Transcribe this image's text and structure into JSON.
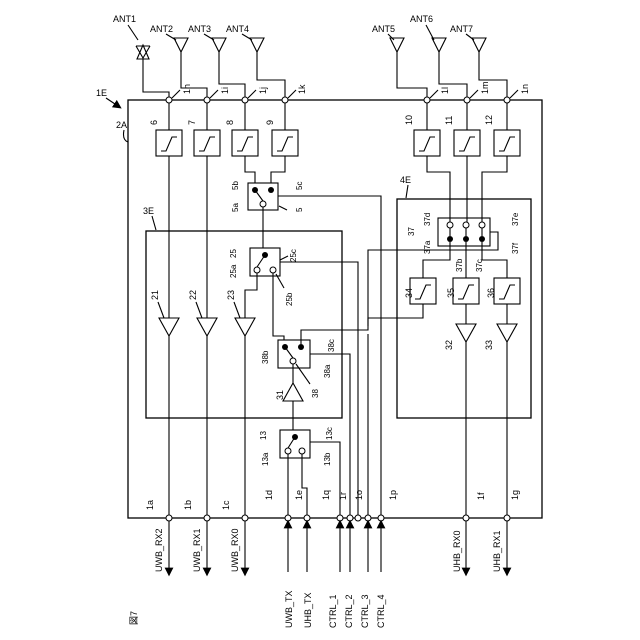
{
  "figure_label": "図7",
  "module_label": "1E",
  "substrate_label": "2A",
  "block_3e": "3E",
  "block_4e": "4E",
  "antennas": [
    "ANT1",
    "ANT2",
    "ANT3",
    "ANT4",
    "ANT5",
    "ANT6",
    "ANT7"
  ],
  "top_terminals": [
    "1h",
    "1i",
    "1j",
    "1k",
    "1l",
    "1m",
    "1n"
  ],
  "filters": [
    "6",
    "7",
    "8",
    "9",
    "10",
    "11",
    "12"
  ],
  "switch5": {
    "id": "5",
    "a": "5a",
    "b": "5b",
    "c": "5c"
  },
  "switch25": {
    "id": "25",
    "a": "25a",
    "b": "25b",
    "c": "25c"
  },
  "switch37": {
    "id": "37",
    "a": "37a",
    "b": "37b",
    "c": "37c",
    "d": "37d",
    "e": "37e",
    "f": "37f"
  },
  "switch38": {
    "id": "38",
    "a": "38a",
    "b": "38b",
    "c": "38c"
  },
  "switch13": {
    "id": "13",
    "a": "13a",
    "b": "13b",
    "c": "13c"
  },
  "lna_3e": [
    "21",
    "22",
    "23"
  ],
  "pa": "31",
  "filters_4e": [
    "34",
    "35",
    "36"
  ],
  "lna_4e": [
    "32",
    "33"
  ],
  "bottom_terminals": [
    "1a",
    "1b",
    "1c",
    "1d",
    "1e",
    "1q",
    "1r",
    "1o",
    "1p",
    "1f",
    "1g"
  ],
  "signals": [
    "UWB_RX2",
    "UWB_RX1",
    "UWB_RX0",
    "UWB_TX",
    "UHB_TX",
    "CTRL_1",
    "CTRL_2",
    "CTRL_3",
    "CTRL_4",
    "UHB_RX0",
    "UHB_RX1"
  ]
}
